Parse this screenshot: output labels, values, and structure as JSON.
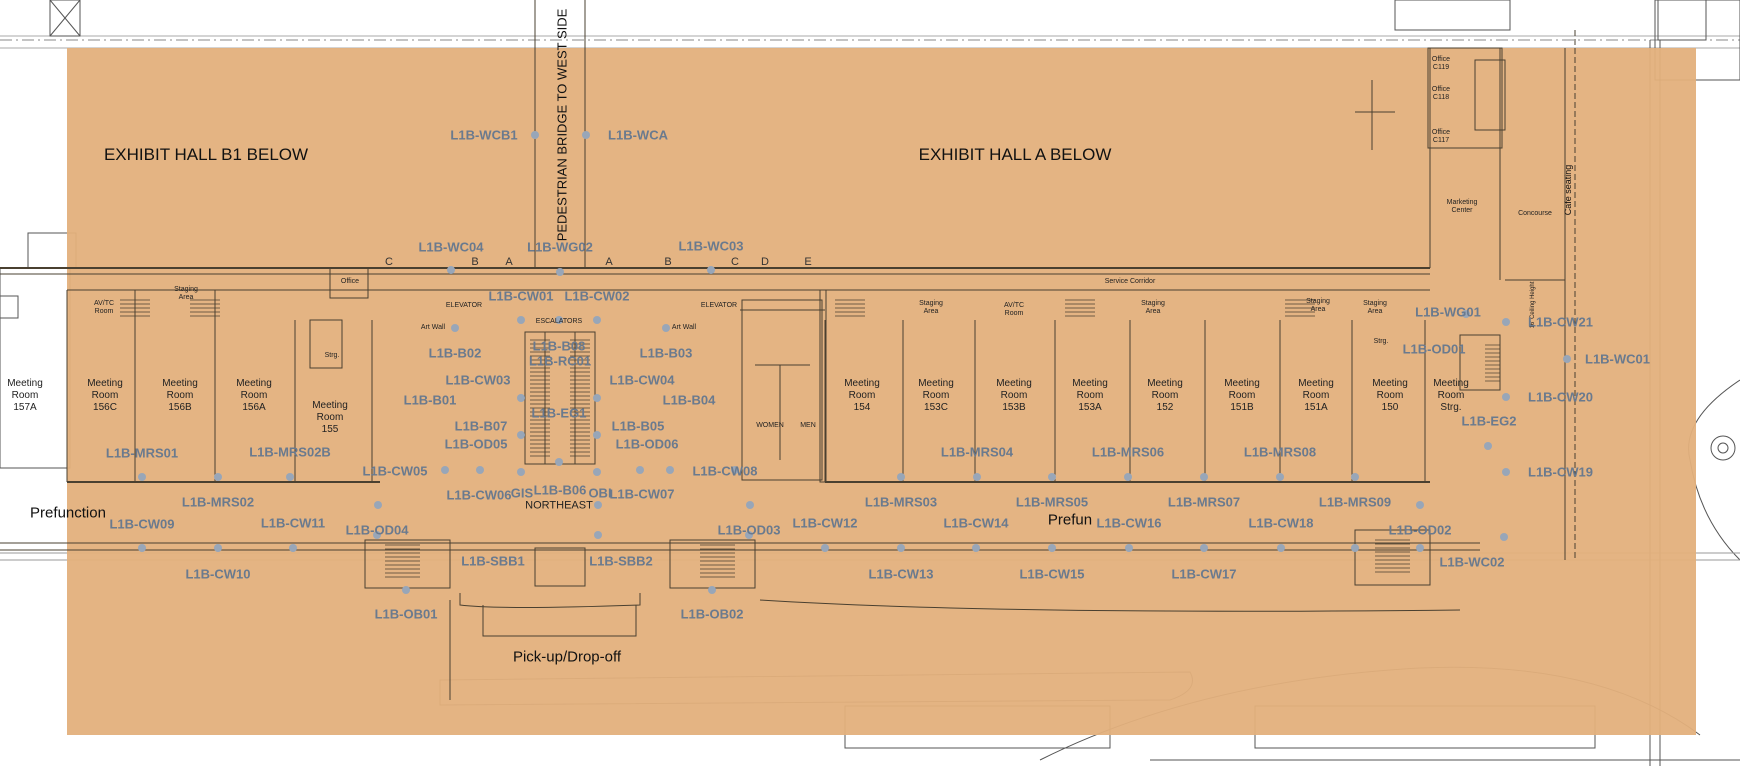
{
  "colors": {
    "overlay": "#e3b07c",
    "marker": "#98a6b8",
    "marker_text": "#6a7a8e",
    "line": "#4a4030"
  },
  "areas": {
    "exhibit_b1": "EXHIBIT HALL B1 BELOW",
    "exhibit_a": "EXHIBIT HALL A BELOW",
    "bridge": "PEDESTRIAN BRIDGE TO WEST SIDE",
    "prefunction": "Prefunction",
    "prefun_partial": "Prefun",
    "pickup": "Pick-up/Drop-off",
    "northeast": "NORTHEAST",
    "cafe": "Cafe seating",
    "service_corridor": "Service Corridor",
    "concourse": "Concourse",
    "ceiling": "16' Ceiling Height"
  },
  "grid_letters": [
    {
      "id": "c-left",
      "text": "C"
    },
    {
      "id": "b-left",
      "text": "B"
    },
    {
      "id": "a-left",
      "text": "A"
    },
    {
      "id": "a-right",
      "text": "A"
    },
    {
      "id": "b-right",
      "text": "B"
    },
    {
      "id": "c-right",
      "text": "C"
    },
    {
      "id": "d-right",
      "text": "D"
    },
    {
      "id": "e-right",
      "text": "E"
    }
  ],
  "rooms": [
    {
      "id": "157a",
      "text": "Meeting\nRoom\n157A"
    },
    {
      "id": "156c",
      "text": "Meeting\nRoom\n156C"
    },
    {
      "id": "156b",
      "text": "Meeting\nRoom\n156B"
    },
    {
      "id": "156a",
      "text": "Meeting\nRoom\n156A"
    },
    {
      "id": "155",
      "text": "Meeting\nRoom\n155"
    },
    {
      "id": "154",
      "text": "Meeting\nRoom\n154"
    },
    {
      "id": "153c",
      "text": "Meeting\nRoom\n153C"
    },
    {
      "id": "153b",
      "text": "Meeting\nRoom\n153B"
    },
    {
      "id": "153a",
      "text": "Meeting\nRoom\n153A"
    },
    {
      "id": "152",
      "text": "Meeting\nRoom\n152"
    },
    {
      "id": "151b",
      "text": "Meeting\nRoom\n151B"
    },
    {
      "id": "151a",
      "text": "Meeting\nRoom\n151A"
    },
    {
      "id": "150",
      "text": "Meeting\nRoom\n150"
    },
    {
      "id": "strg-room",
      "text": "Meeting\nRoom\nStrg."
    }
  ],
  "small_labels": [
    {
      "id": "avtc-1",
      "text": "AV/TC\nRoom"
    },
    {
      "id": "staging-1",
      "text": "Staging\nArea"
    },
    {
      "id": "office",
      "text": "Office"
    },
    {
      "id": "elevator-1",
      "text": "ELEVATOR"
    },
    {
      "id": "artwall-1",
      "text": "Art Wall"
    },
    {
      "id": "escalators",
      "text": "ESCALATORS"
    },
    {
      "id": "elevator-2",
      "text": "ELEVATOR"
    },
    {
      "id": "artwall-2",
      "text": "Art Wall"
    },
    {
      "id": "strg-1",
      "text": "Strg."
    },
    {
      "id": "women",
      "text": "WOMEN"
    },
    {
      "id": "men",
      "text": "MEN"
    },
    {
      "id": "staging-2",
      "text": "Staging\nArea"
    },
    {
      "id": "avtc-2",
      "text": "AV/TC\nRoom"
    },
    {
      "id": "staging-3",
      "text": "Staging\nArea"
    },
    {
      "id": "staging-4",
      "text": "Staging\nArea"
    },
    {
      "id": "staging-5",
      "text": "Staging\nArea"
    },
    {
      "id": "strg-2",
      "text": "Strg."
    },
    {
      "id": "office-c119",
      "text": "Office\nC119"
    },
    {
      "id": "office-c118",
      "text": "Office\nC118"
    },
    {
      "id": "office-c117",
      "text": "Office\nC117"
    },
    {
      "id": "marketing",
      "text": "Marketing\nCenter"
    }
  ],
  "markers": [
    {
      "id": "wcb1",
      "text": "L1B-WCB1"
    },
    {
      "id": "wca",
      "text": "L1B-WCA"
    },
    {
      "id": "wc04",
      "text": "L1B-WC04"
    },
    {
      "id": "wg02",
      "text": "L1B-WG02"
    },
    {
      "id": "wc03",
      "text": "L1B-WC03"
    },
    {
      "id": "cw01",
      "text": "L1B-CW01"
    },
    {
      "id": "cw02",
      "text": "L1B-CW02"
    },
    {
      "id": "b08",
      "text": "L1B-B08"
    },
    {
      "id": "rc01",
      "text": "L1B-RC01"
    },
    {
      "id": "b02",
      "text": "L1B-B02"
    },
    {
      "id": "b03",
      "text": "L1B-B03"
    },
    {
      "id": "cw03",
      "text": "L1B-CW03"
    },
    {
      "id": "cw04",
      "text": "L1B-CW04"
    },
    {
      "id": "b01",
      "text": "L1B-B01"
    },
    {
      "id": "b04",
      "text": "L1B-B04"
    },
    {
      "id": "eg1",
      "text": "L1B-EG1"
    },
    {
      "id": "b07",
      "text": "L1B-B07"
    },
    {
      "id": "b05",
      "text": "L1B-B05"
    },
    {
      "id": "od05",
      "text": "L1B-OD05"
    },
    {
      "id": "od06",
      "text": "L1B-OD06"
    },
    {
      "id": "mrs01",
      "text": "L1B-MRS01"
    },
    {
      "id": "mrs02b",
      "text": "L1B-MRS02B"
    },
    {
      "id": "cw05",
      "text": "L1B-CW05"
    },
    {
      "id": "cw08",
      "text": "L1B-CW08"
    },
    {
      "id": "b06",
      "text": "L1B-B06"
    },
    {
      "id": "cw06",
      "text": "L1B-CW06"
    },
    {
      "id": "gis",
      "text": "GIS"
    },
    {
      "id": "obi",
      "text": "OBI"
    },
    {
      "id": "cw07",
      "text": "L1B-CW07"
    },
    {
      "id": "mrs02",
      "text": "L1B-MRS02"
    },
    {
      "id": "cw09",
      "text": "L1B-CW09"
    },
    {
      "id": "cw11",
      "text": "L1B-CW11"
    },
    {
      "id": "od04",
      "text": "L1B-OD04"
    },
    {
      "id": "od03",
      "text": "L1B-OD03"
    },
    {
      "id": "cw12",
      "text": "L1B-CW12"
    },
    {
      "id": "cw10",
      "text": "L1B-CW10"
    },
    {
      "id": "sbb1",
      "text": "L1B-SBB1"
    },
    {
      "id": "sbb2",
      "text": "L1B-SBB2"
    },
    {
      "id": "ob01",
      "text": "L1B-OB01"
    },
    {
      "id": "ob02",
      "text": "L1B-OB02"
    },
    {
      "id": "mrs03",
      "text": "L1B-MRS03"
    },
    {
      "id": "mrs04",
      "text": "L1B-MRS04"
    },
    {
      "id": "cw14",
      "text": "L1B-CW14"
    },
    {
      "id": "mrs05",
      "text": "L1B-MRS05"
    },
    {
      "id": "mrs06",
      "text": "L1B-MRS06"
    },
    {
      "id": "cw16",
      "text": "L1B-CW16"
    },
    {
      "id": "mrs07",
      "text": "L1B-MRS07"
    },
    {
      "id": "mrs08",
      "text": "L1B-MRS08"
    },
    {
      "id": "cw18",
      "text": "L1B-CW18"
    },
    {
      "id": "mrs09",
      "text": "L1B-MRS09"
    },
    {
      "id": "cw13",
      "text": "L1B-CW13"
    },
    {
      "id": "cw15",
      "text": "L1B-CW15"
    },
    {
      "id": "cw17",
      "text": "L1B-CW17"
    },
    {
      "id": "od02",
      "text": "L1B-OD02"
    },
    {
      "id": "wc02",
      "text": "L1B-WC02"
    },
    {
      "id": "wg01",
      "text": "L1B-WG01"
    },
    {
      "id": "od01",
      "text": "L1B-OD01"
    },
    {
      "id": "eg2",
      "text": "L1B-EG2"
    },
    {
      "id": "cw21",
      "text": "L1B-CW21"
    },
    {
      "id": "wc01",
      "text": "L1B-WC01"
    },
    {
      "id": "cw20",
      "text": "L1B-CW20"
    },
    {
      "id": "cw19",
      "text": "L1B-CW19"
    }
  ]
}
